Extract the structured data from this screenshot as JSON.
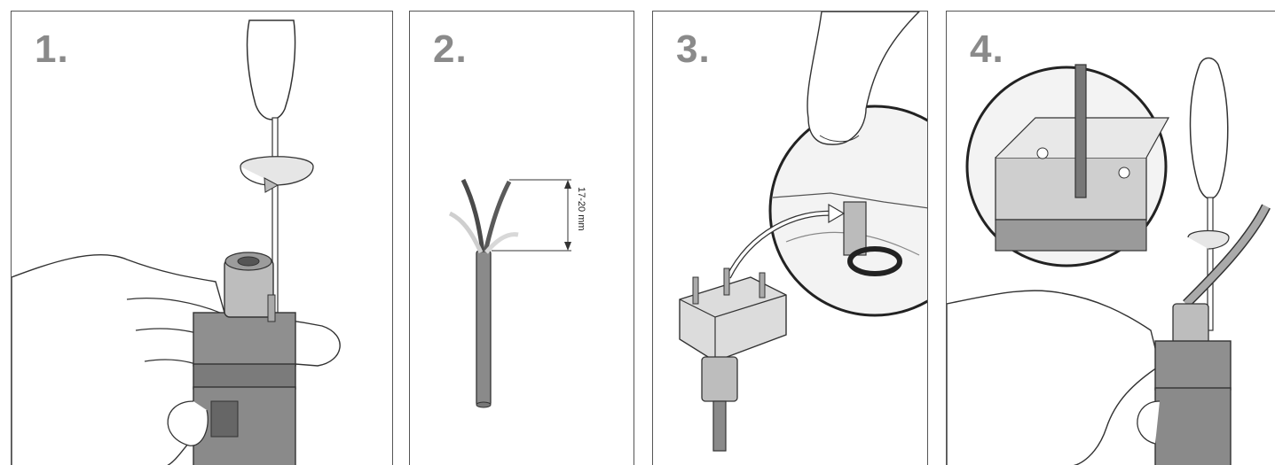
{
  "steps": [
    {
      "number": "1."
    },
    {
      "number": "2.",
      "dimension_label": "17-20 mm"
    },
    {
      "number": "3."
    },
    {
      "number": "4."
    }
  ]
}
